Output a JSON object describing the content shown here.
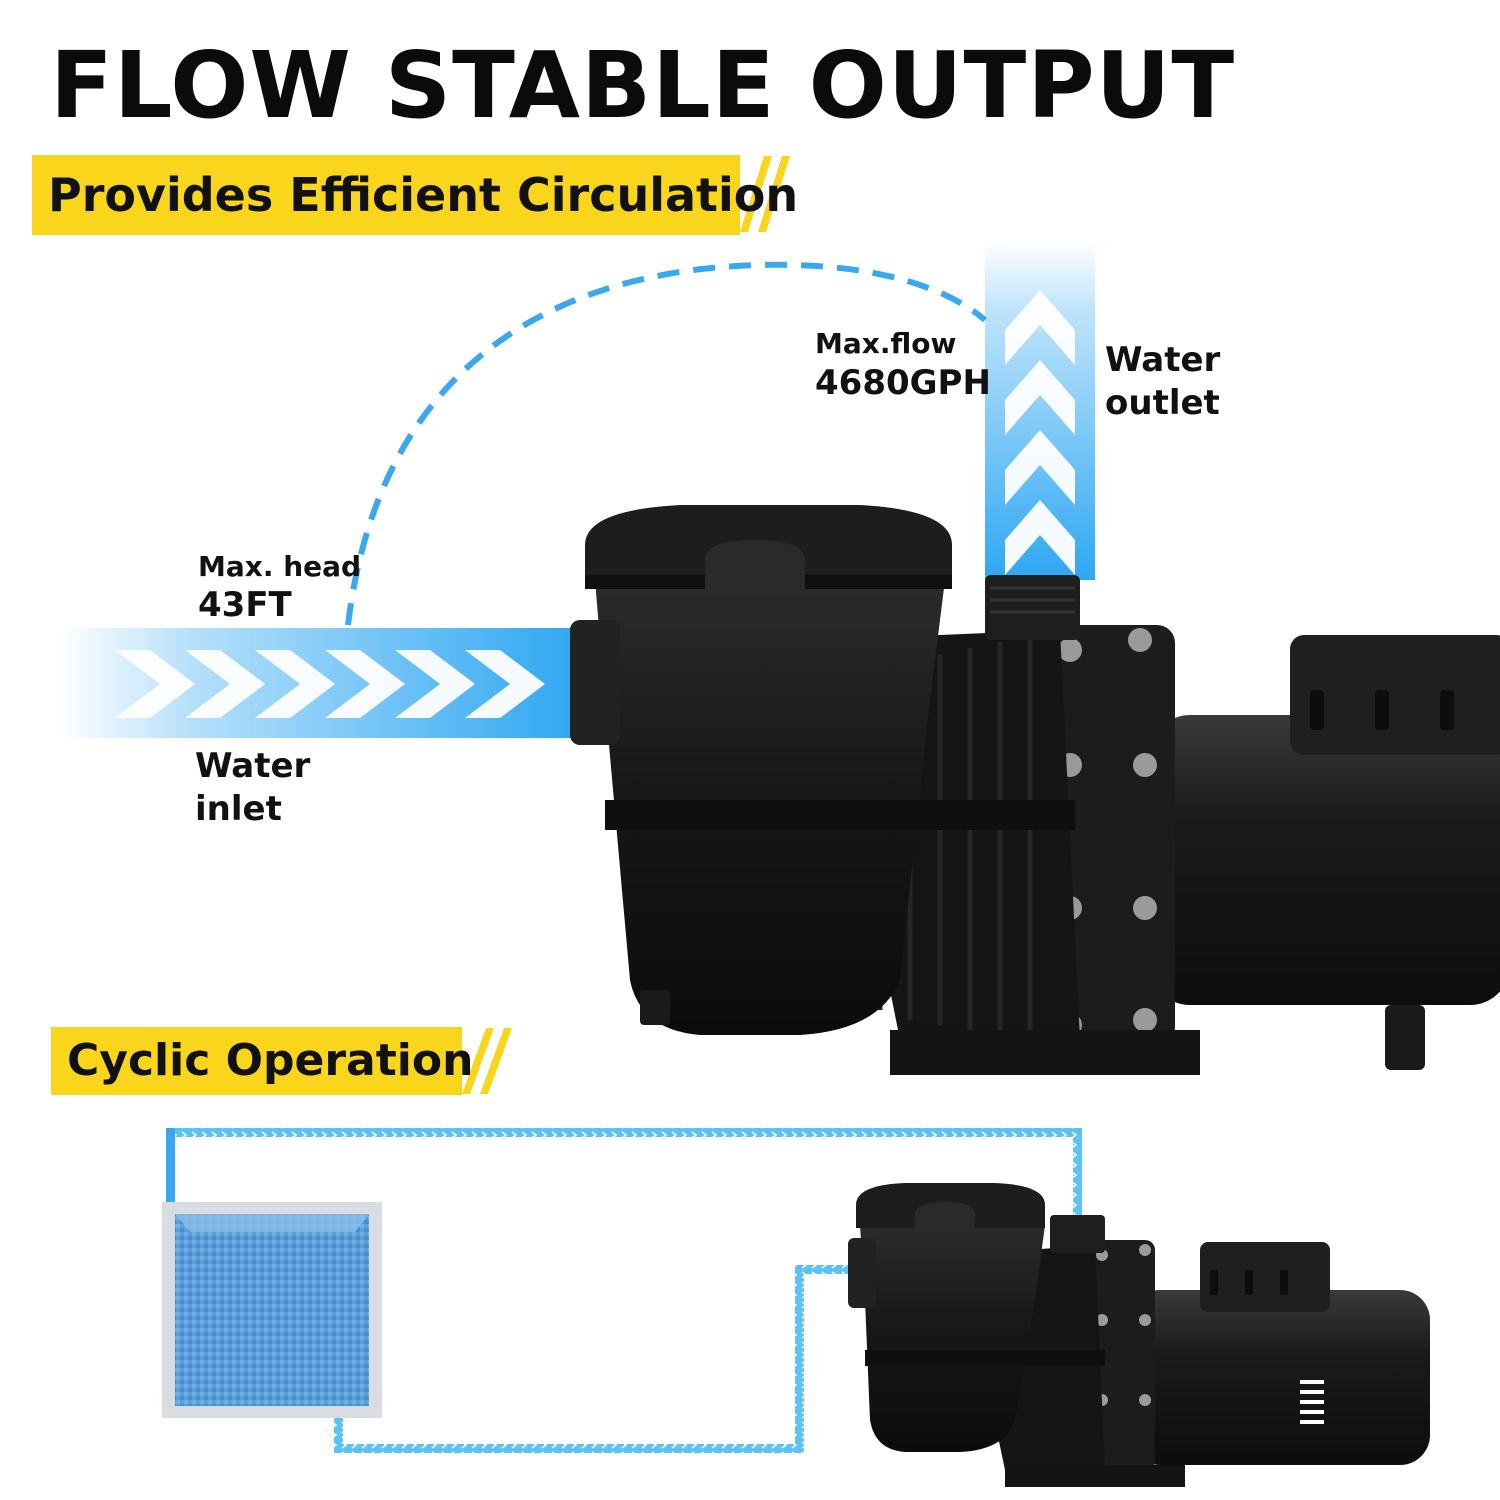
{
  "header": {
    "title": "FLOW STABLE OUTPUT"
  },
  "banner_top": {
    "text": "Provides Efficient Circulation"
  },
  "banner_bottom": {
    "text": "Cyclic Operation"
  },
  "labels": {
    "max_flow": "Max.flow",
    "max_flow_value": "4680GPH",
    "outlet_line1": "Water",
    "outlet_line2": "outlet",
    "max_head": "Max. head",
    "max_head_value": "43FT",
    "inlet_line1": "Water",
    "inlet_line2": "inlet"
  },
  "colors": {
    "banner": "#f9d51c",
    "water_blue": "#2ea7f2",
    "dashed_line": "#3aa8ee",
    "pump_body": "#1a1a1a",
    "pool_water": "#4f9ad6"
  }
}
